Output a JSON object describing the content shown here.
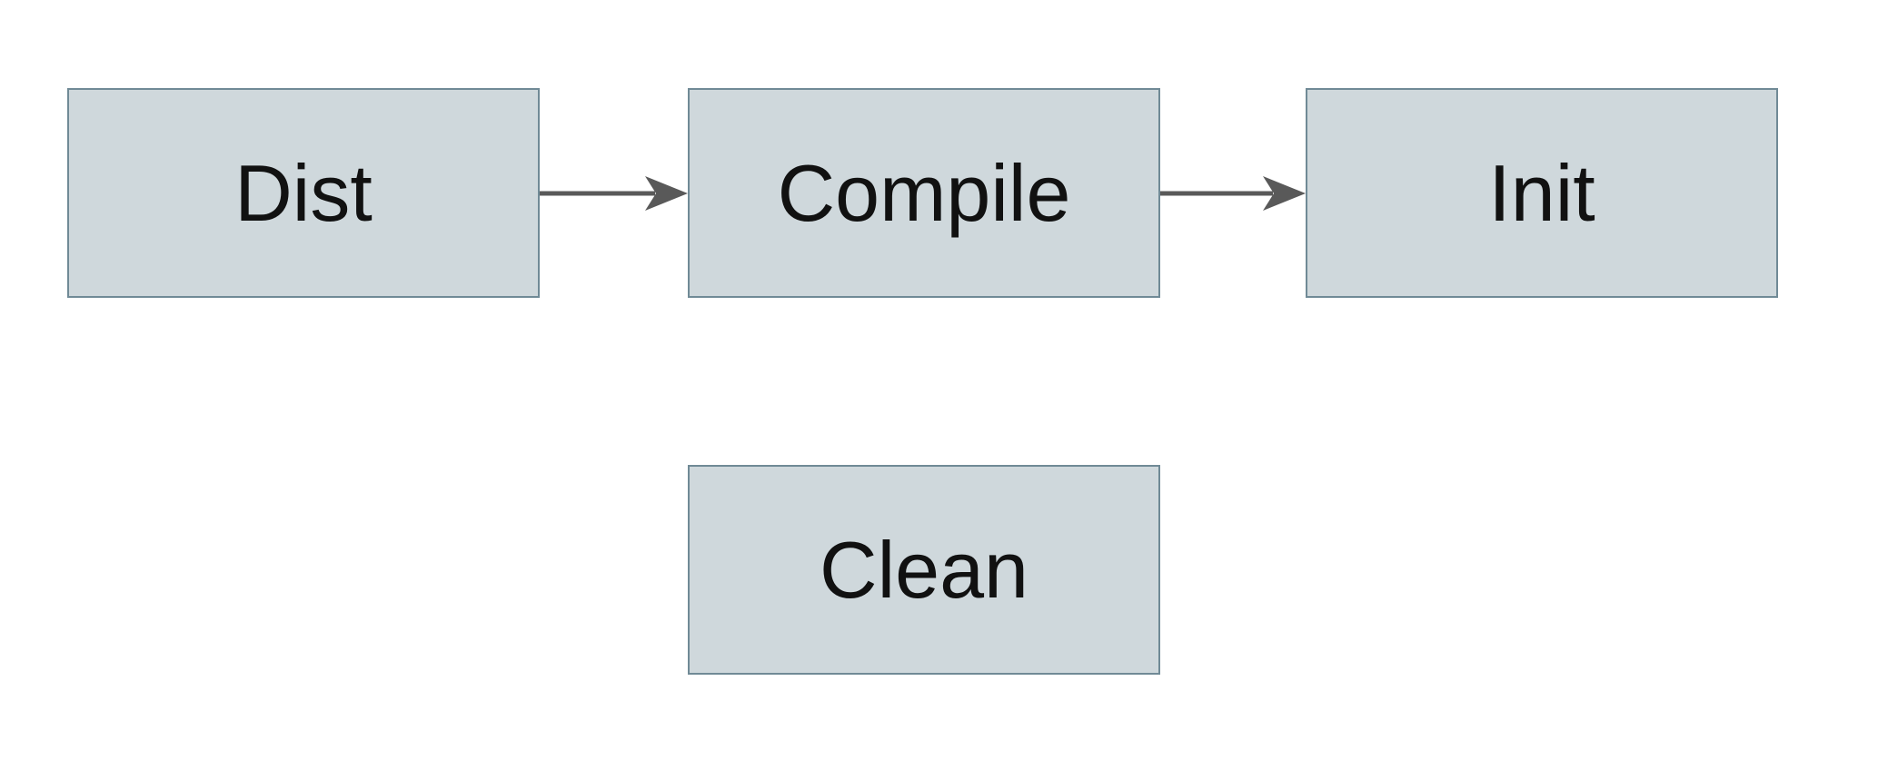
{
  "diagram": {
    "background_color": "#ffffff",
    "node_fill_color": "#cfd8dc",
    "node_border_color": "#708a96",
    "arrow_color": "#595959",
    "label_color": "#111111",
    "nodes": [
      {
        "id": "dist",
        "label": "Dist"
      },
      {
        "id": "compile",
        "label": "Compile"
      },
      {
        "id": "init",
        "label": "Init"
      },
      {
        "id": "clean",
        "label": "Clean"
      }
    ],
    "edges": [
      {
        "id": "dist-to-compile",
        "from": "Dist",
        "to": "Compile",
        "direction": "right"
      },
      {
        "id": "compile-to-init",
        "from": "Compile",
        "to": "Init",
        "direction": "right"
      }
    ]
  }
}
